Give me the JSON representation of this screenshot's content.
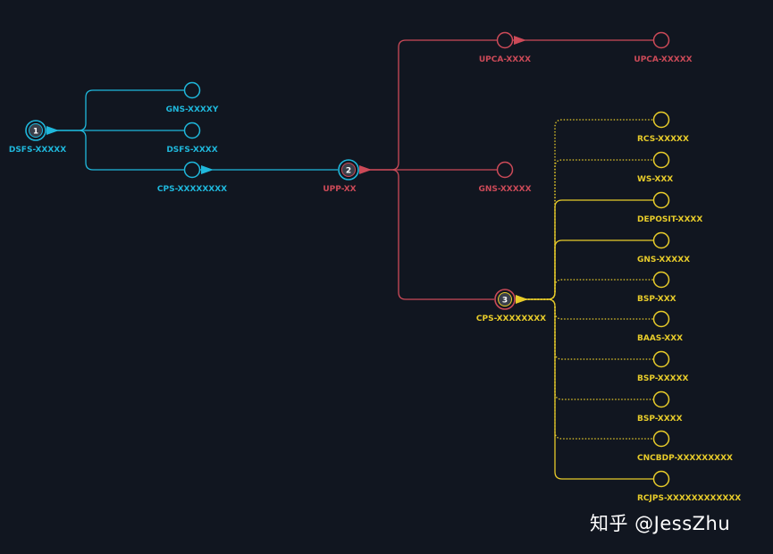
{
  "colors": {
    "background": "#111620",
    "blue": "#1fb8dc",
    "red": "#cc4a58",
    "yellow": "#e8cc2a"
  },
  "tree": {
    "root": {
      "badge": "1",
      "label": "DSFS-XXXXX"
    },
    "blue_children": [
      {
        "label": "GNS-XXXXY"
      },
      {
        "label": "DSFS-XXXX"
      },
      {
        "label": "CPS-XXXXXXXX"
      }
    ],
    "upp": {
      "badge": "2",
      "label": "UPP-XX"
    },
    "upca": {
      "label": "UPCA-XXXX"
    },
    "upca_child": {
      "label": "UPCA-XXXXX"
    },
    "gns_red": {
      "label": "GNS-XXXXX"
    },
    "cps": {
      "badge": "3",
      "label": "CPS-XXXXXXXX"
    },
    "cps_children": [
      {
        "label": "RCS-XXXXX",
        "style": "dotted"
      },
      {
        "label": "WS-XXX",
        "style": "dotted"
      },
      {
        "label": "DEPOSIT-XXXX",
        "style": "solid"
      },
      {
        "label": "GNS-XXXXX",
        "style": "solid"
      },
      {
        "label": "BSP-XXX",
        "style": "dotted"
      },
      {
        "label": "BAAS-XXX",
        "style": "dotted"
      },
      {
        "label": "BSP-XXXXX",
        "style": "dotted"
      },
      {
        "label": "BSP-XXXX",
        "style": "dotted"
      },
      {
        "label": "CNCBDP-XXXXXXXXX",
        "style": "dotted"
      },
      {
        "label": "RCJPS-XXXXXXXXXXXX",
        "style": "solid"
      }
    ]
  },
  "watermark": "知乎 @JessZhu"
}
